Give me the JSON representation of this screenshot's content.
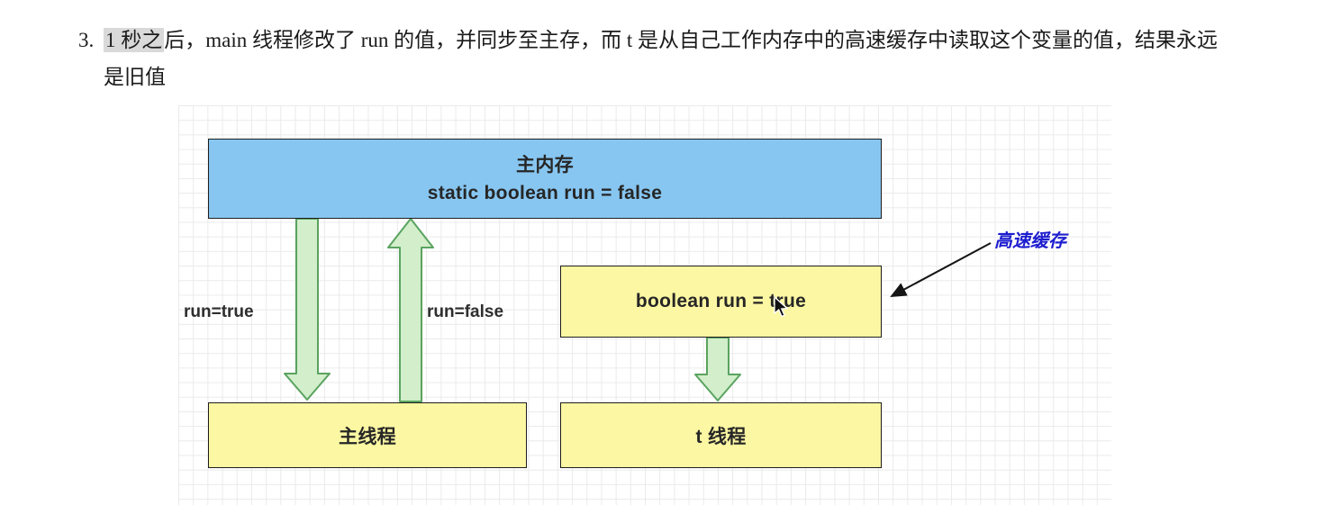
{
  "note": {
    "list_number": "3.",
    "highlighted_text": "1 秒之",
    "text_after_highlight": "后，main 线程修改了 run 的值，并同步至主存，而 t 是从自己工作内存中的高速缓存中读取这个变量的值，结果永远是旧值"
  },
  "diagram": {
    "main_memory_box": {
      "title": "主内存",
      "subtitle": "static boolean run = false"
    },
    "cache_box": {
      "label": "boolean run = true"
    },
    "main_thread_box": {
      "label": "主线程"
    },
    "t_thread_box": {
      "label": "t 线程"
    },
    "down_arrow_label": "run=true",
    "up_arrow_label": "run=false",
    "cache_annotation": "高速缓存",
    "colors": {
      "memory_fill": "#87c6f1",
      "thread_fill": "#fcf7a3",
      "arrow_fill": "#d2eecb",
      "arrow_stroke": "#5aa35f",
      "annotation_color": "#1d1dcf",
      "highlight_bg": "#d9d9d9",
      "grid_line": "#eaeaea",
      "box_text": "#262626",
      "label_text": "#2e2e2e"
    }
  }
}
